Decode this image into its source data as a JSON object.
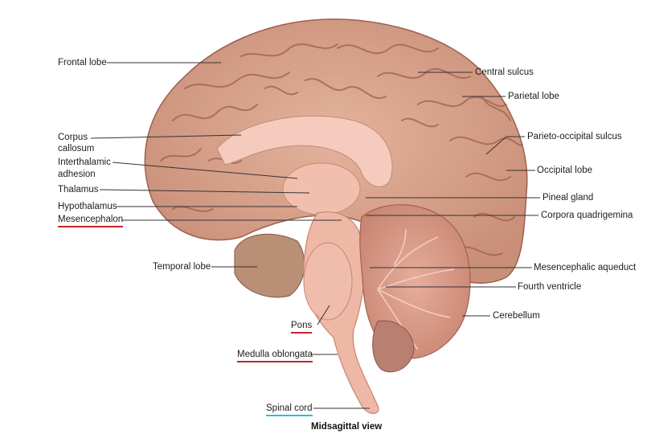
{
  "caption": "Midsagittal view",
  "labels": {
    "frontal_lobe": "Frontal lobe",
    "corpus_callosum_1": "Corpus",
    "corpus_callosum_2": "callosum",
    "interthalamic_1": "Interthalamic",
    "interthalamic_2": "adhesion",
    "thalamus": "Thalamus",
    "hypothalamus": "Hypothalamus",
    "mesencephalon": "Mesencephalon",
    "temporal_lobe": "Temporal lobe",
    "pons": "Pons",
    "medulla": "Medulla oblongata",
    "spinal_cord": "Spinal cord",
    "central_sulcus": "Central sulcus",
    "parietal_lobe": "Parietal lobe",
    "parieto_occipital": "Parieto-occipital sulcus",
    "occipital_lobe": "Occipital lobe",
    "pineal_gland": "Pineal gland",
    "corpora_quadrigemina": "Corpora quadrigemina",
    "mesencephalic_aqueduct": "Mesencephalic aqueduct",
    "fourth_ventricle": "Fourth ventricle",
    "cerebellum": "Cerebellum"
  },
  "colors": {
    "cortex": "#d9a48c",
    "cortex_dark": "#a86a55",
    "white_matter": "#f3c6b6",
    "brainstem": "#efb7a6",
    "cerebellum": "#d99a88",
    "temporal": "#b88f74",
    "leader": "#333333",
    "underline_red": "#c2262b",
    "underline_cyan": "#35b8d6"
  }
}
